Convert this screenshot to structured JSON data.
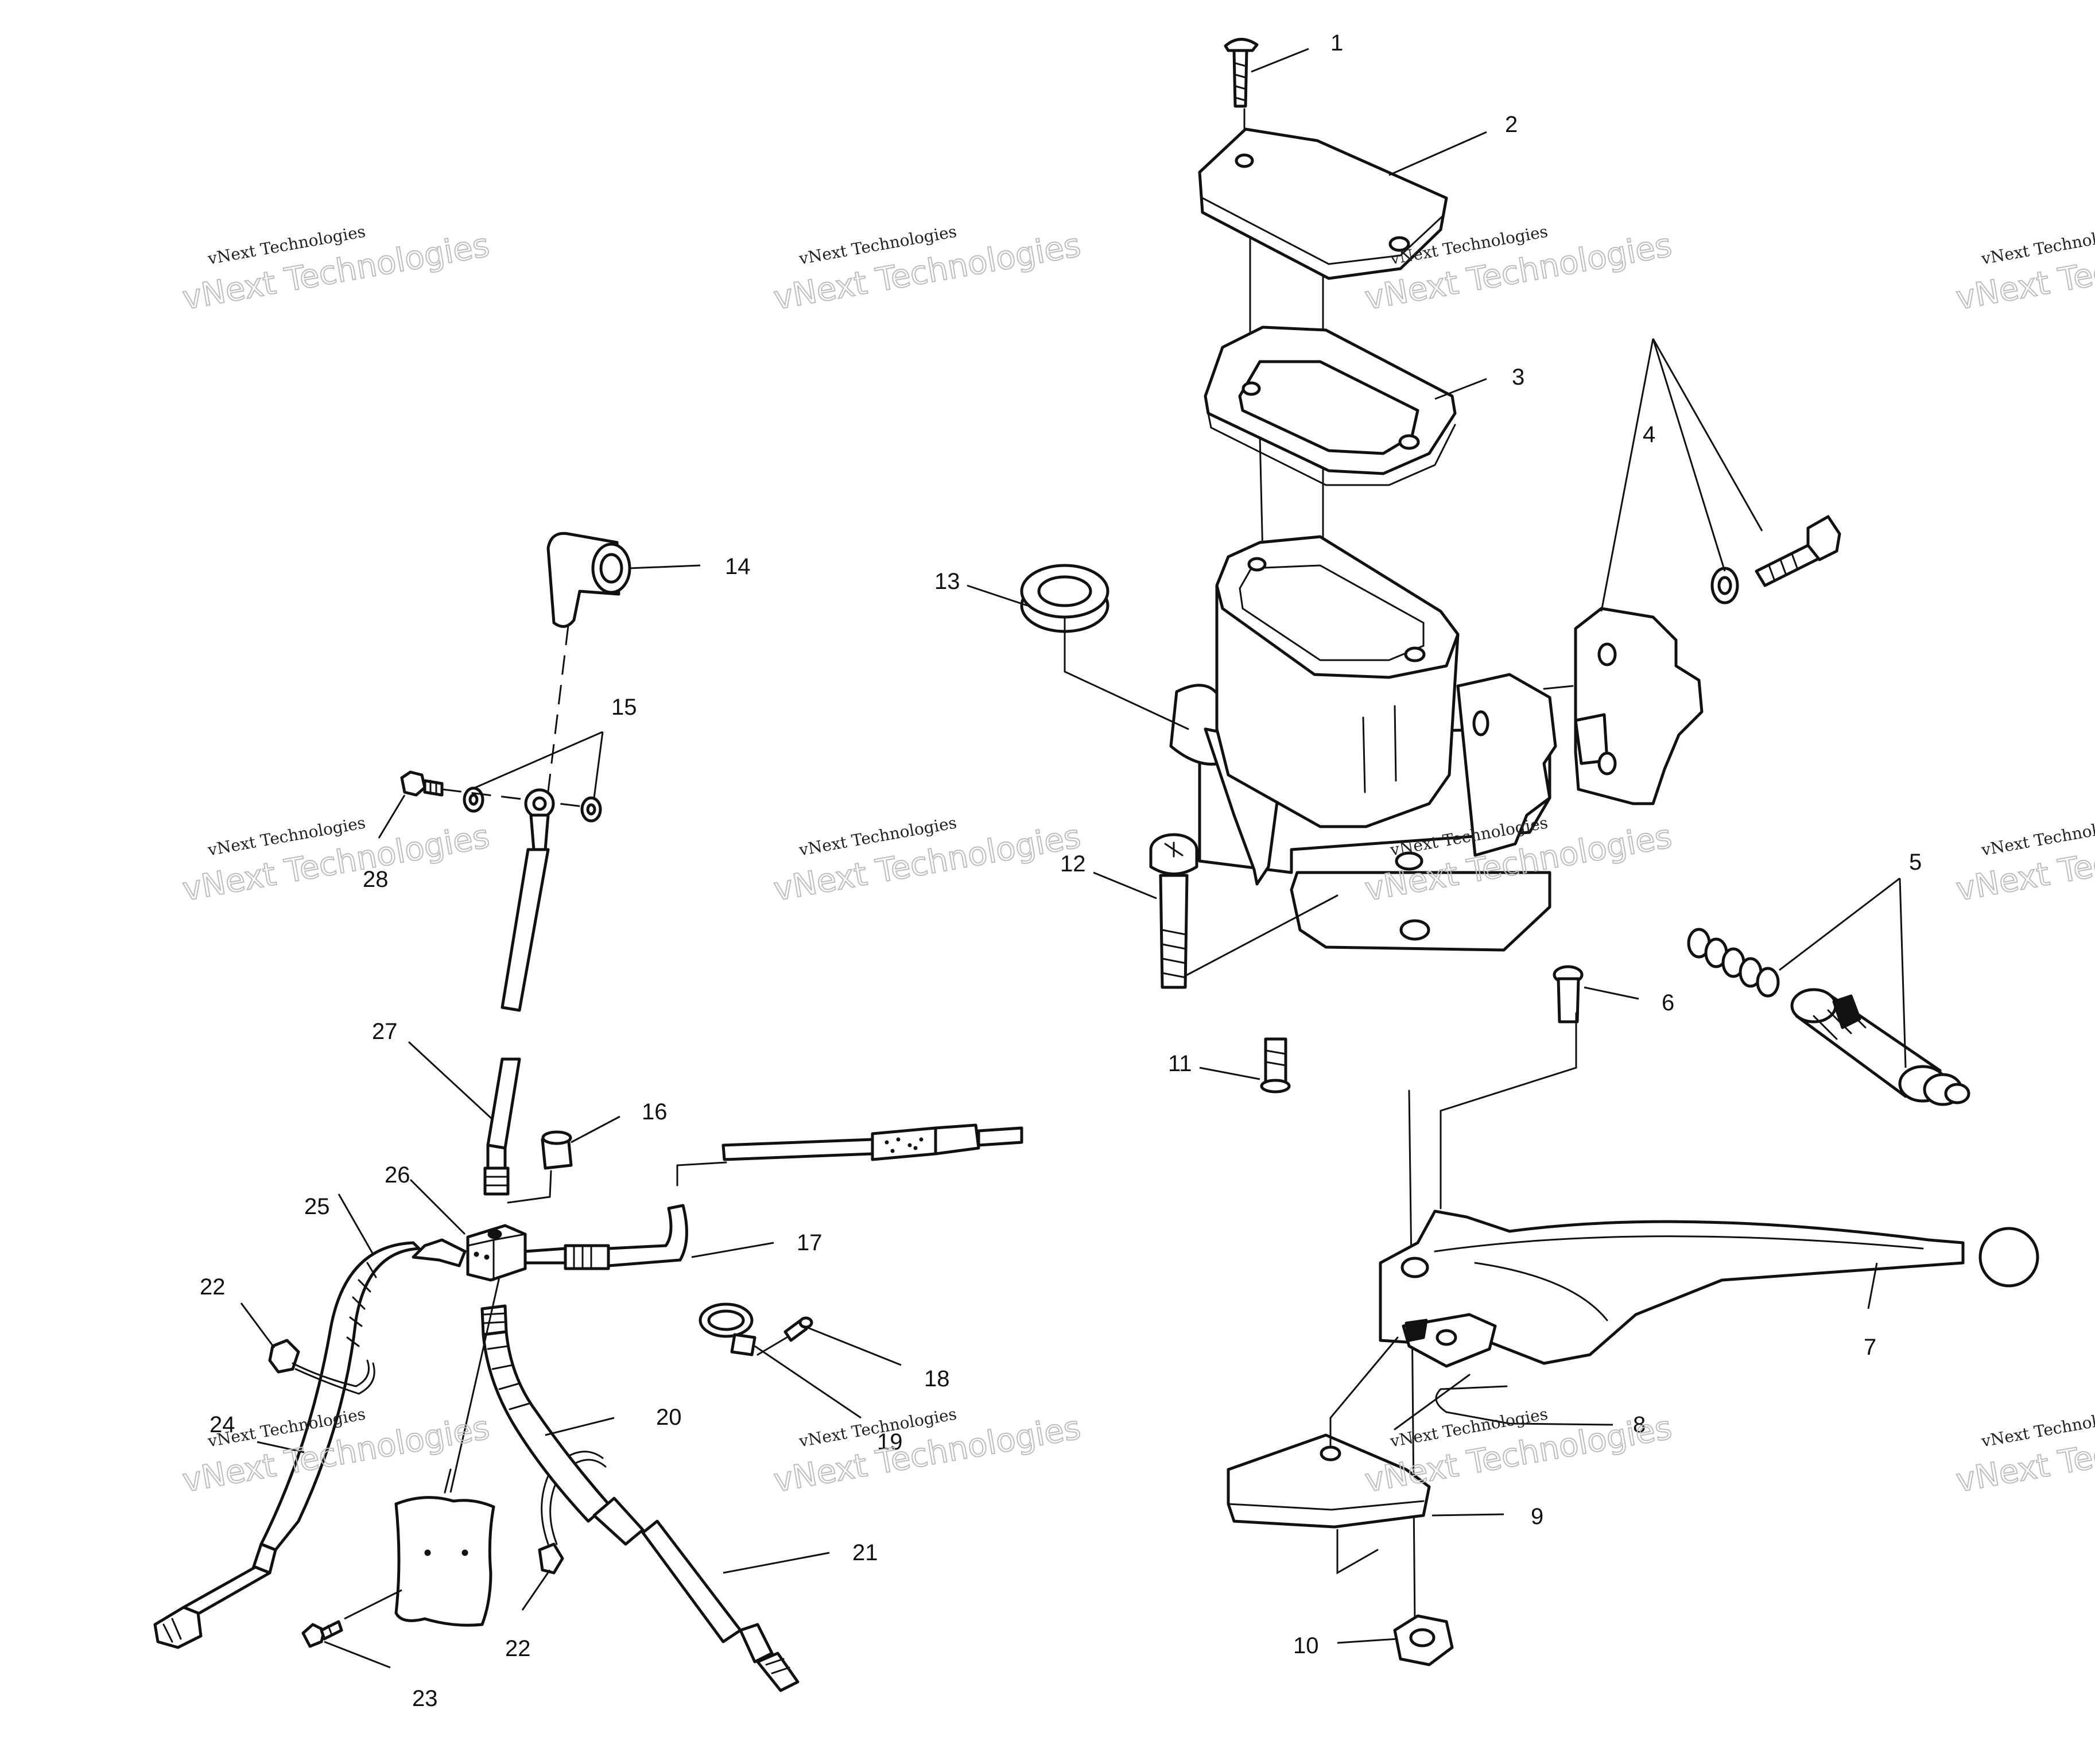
{
  "watermark": {
    "line1": "vNext Technologies",
    "line2": "vNext Technologies"
  },
  "callouts": [
    "1",
    "2",
    "3",
    "4",
    "5",
    "6",
    "7",
    "8",
    "9",
    "10",
    "11",
    "12",
    "13",
    "14",
    "15",
    "16",
    "17",
    "18",
    "19",
    "20",
    "21",
    "22",
    "22",
    "23",
    "24",
    "25",
    "26",
    "27",
    "28"
  ]
}
